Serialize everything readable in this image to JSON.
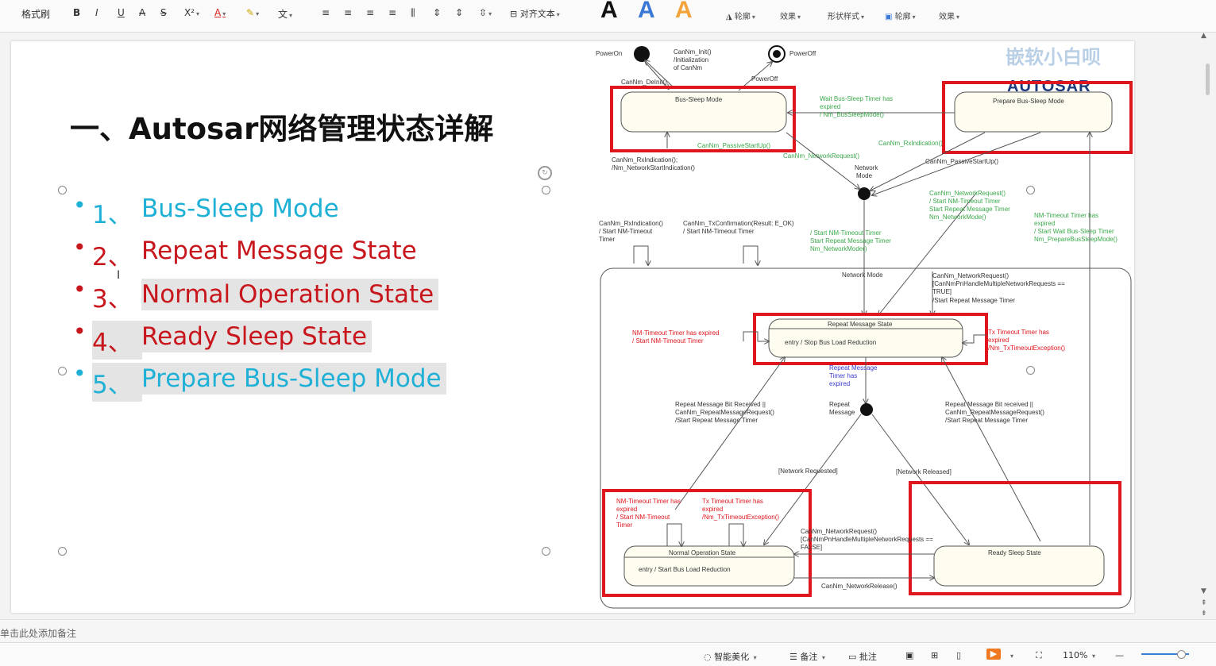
{
  "toolbar": {
    "format_painter": "格式刷",
    "bold": "B",
    "italic": "I",
    "underline": "U",
    "strike": "A",
    "strike2": "S",
    "superscript": "X²",
    "font_color": "A",
    "highlight": "✎",
    "phonetic": "文",
    "align_text": "对齐文本",
    "art_a1": "A",
    "art_a2": "A",
    "art_a3": "A",
    "outline1": "轮廓",
    "effect1": "效果",
    "shape_style": "形状样式",
    "outline2": "轮廓",
    "effect2": "效果"
  },
  "slide": {
    "title": "一、Autosar网络管理状态详解",
    "bullets": [
      {
        "num": "1、",
        "text": "Bus-Sleep Mode",
        "color": "#1fb0d6",
        "dot": "#1fb0d6"
      },
      {
        "num": "2、",
        "text": "Repeat Message State",
        "color": "#c8161d",
        "dot": "#c8161d"
      },
      {
        "num": "3、",
        "text": "Normal Operation State",
        "color": "#c8161d",
        "dot": "#c8161d"
      },
      {
        "num": "4、",
        "text": "Ready Sleep State",
        "color": "#c8161d",
        "dot": "#c8161d"
      },
      {
        "num": "5、",
        "text": "Prepare Bus-Sleep Mode",
        "color": "#1fb0d6",
        "dot": "#1fb0d6"
      }
    ]
  },
  "diagram": {
    "watermark": "嵌软小白呗",
    "logo": "AUTOSAR",
    "power_on": "PowerOn",
    "power_off": "PowerOff",
    "init": [
      "CanNm_Init()",
      "/Initialization",
      "of CanNm"
    ],
    "deinit": "CanNm_DeInit()",
    "power_off_label": "PowerOff",
    "bus_sleep": "Bus-Sleep Mode",
    "prepare_bus_sleep": "Prepare Bus-Sleep Mode",
    "wait_timer": [
      "Wait Bus-Sleep Timer has",
      "expired",
      "/ Nm_BusSleepMode()"
    ],
    "rx_indication_top": "CanNm_RxIndication()",
    "passive_startup1": "CanNm_PassiveStartUp()",
    "network_request1": "CanNm_NetworkRequest()",
    "rx_indication_left": [
      "CanNm_RxIndication();",
      "/Nm_NetworkStartIndication()"
    ],
    "passive_startup2": "CanNm_PassiveStartUp()",
    "network_mode_label": [
      "Network",
      "Mode"
    ],
    "network_request2": [
      "CanNm_NetworkRequest()",
      "/ Start NM-Timeout Timer",
      "Start Repeat Message Timer",
      "Nm_NetworkMode()"
    ],
    "nm_timeout_expired_right": [
      "NM-Timeout Timer has",
      "expired",
      "/ Start Wait Bus-Sleep Timer",
      "Nm_PrepareBusSleepMode()"
    ],
    "rx_indication_mid": [
      "CanNm_RxIndication()",
      "/ Start NM-Timeout",
      "Timer"
    ],
    "tx_confirmation": [
      "CanNm_TxConfirmation(Result: E_OK)",
      "/ Start NM-Timeout Timer"
    ],
    "start_timers": [
      "/ Start NM-Timeout Timer",
      "Start Repeat Message Timer",
      "Nm_NetworkMode()"
    ],
    "network_mode_box": "Network Mode",
    "multiple_requests": [
      "CanNm_NetworkRequest()",
      "[CanNmPnHandleMultipleNetworkRequests ==",
      "TRUE]",
      "/Start Repeat Message Timer"
    ],
    "repeat_message_state": "Repeat Message State",
    "repeat_entry": "entry / Stop Bus Load Reduction",
    "nm_timeout_left": [
      "NM-Timeout Timer has expired",
      "/ Start NM-Timeout Timer"
    ],
    "tx_timeout_right": [
      "Tx Timeout Timer has",
      "expired",
      "/Nm_TxTimeoutException()"
    ],
    "repeat_timer_expired": [
      "Repeat Message",
      "Timer has",
      "expired"
    ],
    "repeat_message_node": [
      "Repeat",
      "Message"
    ],
    "repeat_bit_left": [
      "Repeat Message Bit Received ||",
      "CanNm_RepeatMessageRequest()",
      "/Start Repeat Message Timer"
    ],
    "repeat_bit_right": [
      "Repeat Message Bit received ||",
      "CanNm_RepeatMessageRequest()",
      "/Start Repeat Message Timer"
    ],
    "network_requested": "[Network Requested]",
    "network_released": "[Network Released]",
    "normal_nm_timeout": [
      "NM-Timeout Timer has",
      "expired",
      "/ Start NM-Timeout",
      "Timer"
    ],
    "normal_tx_timeout": [
      "Tx Timeout Timer has",
      "expired",
      "/Nm_TxTimeoutException()"
    ],
    "normal_request": [
      "CanNm_NetworkRequest()",
      "[CanNmPnHandleMultipleNetworkRequests ==",
      "FALSE]"
    ],
    "normal_operation_state": "Normal Operation State",
    "normal_entry": "entry / Start Bus Load Reduction",
    "ready_sleep_state": "Ready Sleep State",
    "network_release": "CanNm_NetworkRelease()"
  },
  "notes": {
    "placeholder": "单击此处添加备注"
  },
  "status": {
    "beautify": "智能美化",
    "notes": "备注",
    "comment": "批注",
    "zoom": "110%"
  },
  "colors": {
    "highlight_red": "#e0161e",
    "green_text": "#3aa84a",
    "red_text": "#e0161e"
  }
}
